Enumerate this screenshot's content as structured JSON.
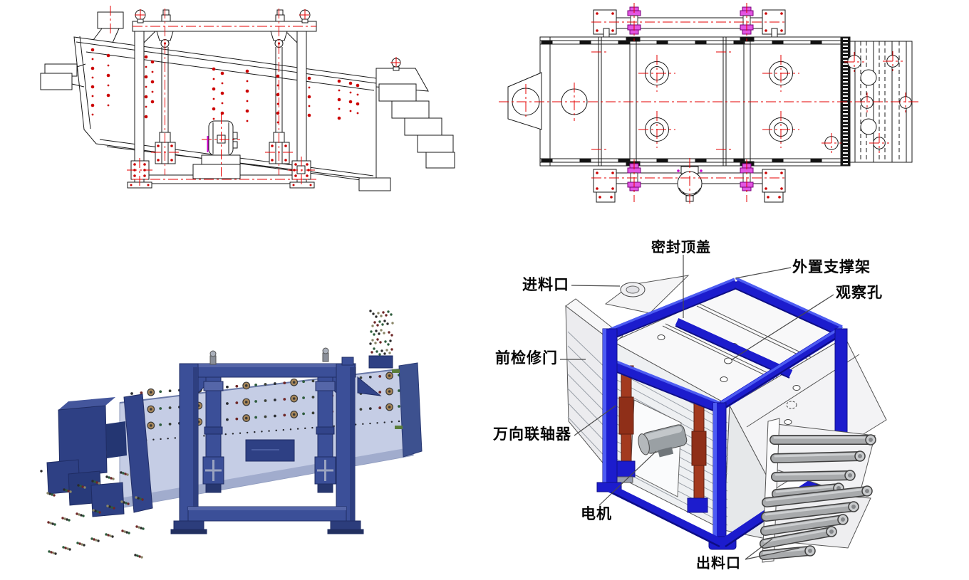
{
  "labels": {
    "seal_top_cover": "密封顶盖",
    "external_support_frame": "外置支撑架",
    "feed_inlet": "进料口",
    "observation_hole": "观察孔",
    "front_access_door": "前检修门",
    "universal_coupling": "万向联轴器",
    "motor": "电机",
    "discharge_outlet": "出料口"
  },
  "colors": {
    "centerline_red": "#e60000",
    "bolt_dot_red": "#cc0000",
    "hardware_magenta": "#cc00cc",
    "frame_blue_bright": "#1c1ccd",
    "frame_blue_render": "#3b4f98",
    "body_translucent": "#b7c1de",
    "shaft_red_brown": "#a33a1f",
    "chute_gray": "#a8aaac",
    "drawing_line": "#1a1a1a"
  }
}
